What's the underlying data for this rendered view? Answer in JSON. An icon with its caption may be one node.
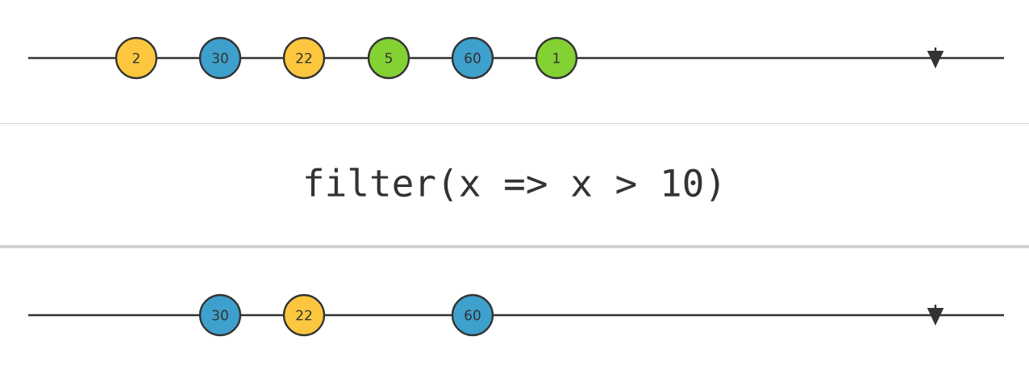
{
  "diagram": {
    "nodes": [
      {
        "text": [
          "2"
        ]
      },
      {
        "text": [
          "30"
        ]
      },
      {
        "text": [
          "22"
        ]
      },
      {
        "text": [
          "5"
        ]
      },
      {
        "text": [
          "60"
        ]
      },
      {
        "text": [
          "1"
        ]
      },
      {
        "text": [
          "filter(x => x > 10)"
        ]
      },
      {
        "text": [
          "30"
        ]
      },
      {
        "text": [
          "22"
        ]
      },
      {
        "text": [
          "60"
        ]
      }
    ]
  }
}
